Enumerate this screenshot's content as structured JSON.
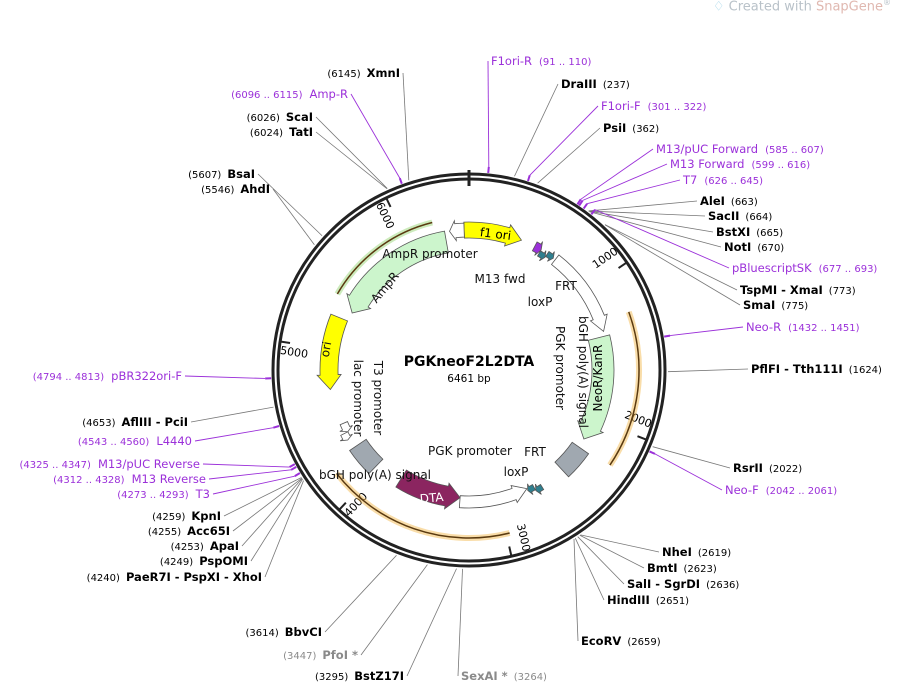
{
  "watermark": {
    "prefix": "Created with ",
    "brand": "SnapGene",
    "reg": "®"
  },
  "plasmid": {
    "name": "PGKneoF2L2DTA",
    "length_label": "6461 bp",
    "length": 6461
  },
  "ticks": [
    "1000",
    "2000",
    "3000",
    "4000",
    "5000",
    "6000"
  ],
  "features": [
    {
      "name": "f1 ori",
      "color": "#ffff00"
    },
    {
      "name": "AmpR promoter",
      "color": "#ffffff"
    },
    {
      "name": "AmpR",
      "color": "#ccf5cc"
    },
    {
      "name": "ori",
      "color": "#ffff00"
    },
    {
      "name": "M13 fwd",
      "color": "#9b30d9"
    },
    {
      "name": "FRT",
      "color": "#2f7f8f"
    },
    {
      "name": "loxP",
      "color": "#2f7f8f"
    },
    {
      "name": "PGK promoter",
      "color": "#ffffff"
    },
    {
      "name": "NeoR/KanR",
      "color": "#ccf5cc"
    },
    {
      "name": "bGH poly(A) signal",
      "color": "#a0a8b0"
    },
    {
      "name": "FRT",
      "color": "#2f7f8f"
    },
    {
      "name": "loxP",
      "color": "#2f7f8f"
    },
    {
      "name": "PGK promoter",
      "color": "#ffffff"
    },
    {
      "name": "DTA",
      "color": "#8b2560"
    },
    {
      "name": "bGH poly(A) signal",
      "color": "#a0a8b0"
    },
    {
      "name": "T3 promoter",
      "color": "#ffffff"
    },
    {
      "name": "lac promoter",
      "color": "#ffffff"
    }
  ],
  "sites": [
    {
      "name": "DraIII",
      "pos": "(237)",
      "bp": 237
    },
    {
      "name": "PsiI",
      "pos": "(362)",
      "bp": 362
    },
    {
      "name": "AleI",
      "pos": "(663)",
      "bp": 663
    },
    {
      "name": "SacII",
      "pos": "(664)",
      "bp": 664
    },
    {
      "name": "BstXI",
      "pos": "(665)",
      "bp": 665
    },
    {
      "name": "NotI",
      "pos": "(670)",
      "bp": 670
    },
    {
      "name": "TspMI - XmaI",
      "pos": "(773)",
      "bp": 773
    },
    {
      "name": "SmaI",
      "pos": "(775)",
      "bp": 775
    },
    {
      "name": "PflFI - Tth111I",
      "pos": "(1624)",
      "bp": 1624
    },
    {
      "name": "RsrII",
      "pos": "(2022)",
      "bp": 2022
    },
    {
      "name": "NheI",
      "pos": "(2619)",
      "bp": 2619
    },
    {
      "name": "BmtI",
      "pos": "(2623)",
      "bp": 2623
    },
    {
      "name": "SalI - SgrDI",
      "pos": "(2636)",
      "bp": 2636
    },
    {
      "name": "HindIII",
      "pos": "(2651)",
      "bp": 2651
    },
    {
      "name": "EcoRV",
      "pos": "(2659)",
      "bp": 2659
    },
    {
      "name": "SexAI *",
      "pos": "(3264)",
      "bp": 3264
    },
    {
      "name": "BstZ17I",
      "pos": "(3295)",
      "bp": 3295
    },
    {
      "name": "PfoI *",
      "pos": "(3447)",
      "bp": 3447
    },
    {
      "name": "BbvCI",
      "pos": "(3614)",
      "bp": 3614
    },
    {
      "name": "PaeR7I - PspXI - XhoI",
      "pos": "(4240)",
      "bp": 4240
    },
    {
      "name": "PspOMI",
      "pos": "(4249)",
      "bp": 4249
    },
    {
      "name": "ApaI",
      "pos": "(4253)",
      "bp": 4253
    },
    {
      "name": "Acc65I",
      "pos": "(4255)",
      "bp": 4255
    },
    {
      "name": "KpnI",
      "pos": "(4259)",
      "bp": 4259
    },
    {
      "name": "AflIII - PciI",
      "pos": "(4653)",
      "bp": 4653
    },
    {
      "name": "AhdI",
      "pos": "(5546)",
      "bp": 5546
    },
    {
      "name": "BsaI",
      "pos": "(5607)",
      "bp": 5607
    },
    {
      "name": "TatI",
      "pos": "(6024)",
      "bp": 6024
    },
    {
      "name": "ScaI",
      "pos": "(6026)",
      "bp": 6026
    },
    {
      "name": "XmnI",
      "pos": "(6145)",
      "bp": 6145
    }
  ],
  "primers": [
    {
      "name": "F1ori-R",
      "range": "(91 .. 110)",
      "bp": 100
    },
    {
      "name": "F1ori-F",
      "range": "(301 .. 322)",
      "bp": 311
    },
    {
      "name": "M13/pUC Forward",
      "range": "(585 .. 607)",
      "bp": 596
    },
    {
      "name": "M13 Forward",
      "range": "(599 .. 616)",
      "bp": 607
    },
    {
      "name": "T7",
      "range": "(626 .. 645)",
      "bp": 635
    },
    {
      "name": "pBluescriptSK",
      "range": "(677 .. 693)",
      "bp": 685
    },
    {
      "name": "Neo-R",
      "range": "(1432 .. 1451)",
      "bp": 1441
    },
    {
      "name": "Neo-F",
      "range": "(2042 .. 2061)",
      "bp": 2051
    },
    {
      "name": "T3",
      "range": "(4273 .. 4293)",
      "bp": 4283
    },
    {
      "name": "M13 Reverse",
      "range": "(4312 .. 4328)",
      "bp": 4320
    },
    {
      "name": "M13/pUC Reverse",
      "range": "(4325 .. 4347)",
      "bp": 4336
    },
    {
      "name": "L4440",
      "range": "(4543 .. 4560)",
      "bp": 4551
    },
    {
      "name": "pBR322ori-F",
      "range": "(4794 .. 4813)",
      "bp": 4803
    },
    {
      "name": "Amp-R",
      "range": "(6096 .. 6115)",
      "bp": 6105
    }
  ]
}
